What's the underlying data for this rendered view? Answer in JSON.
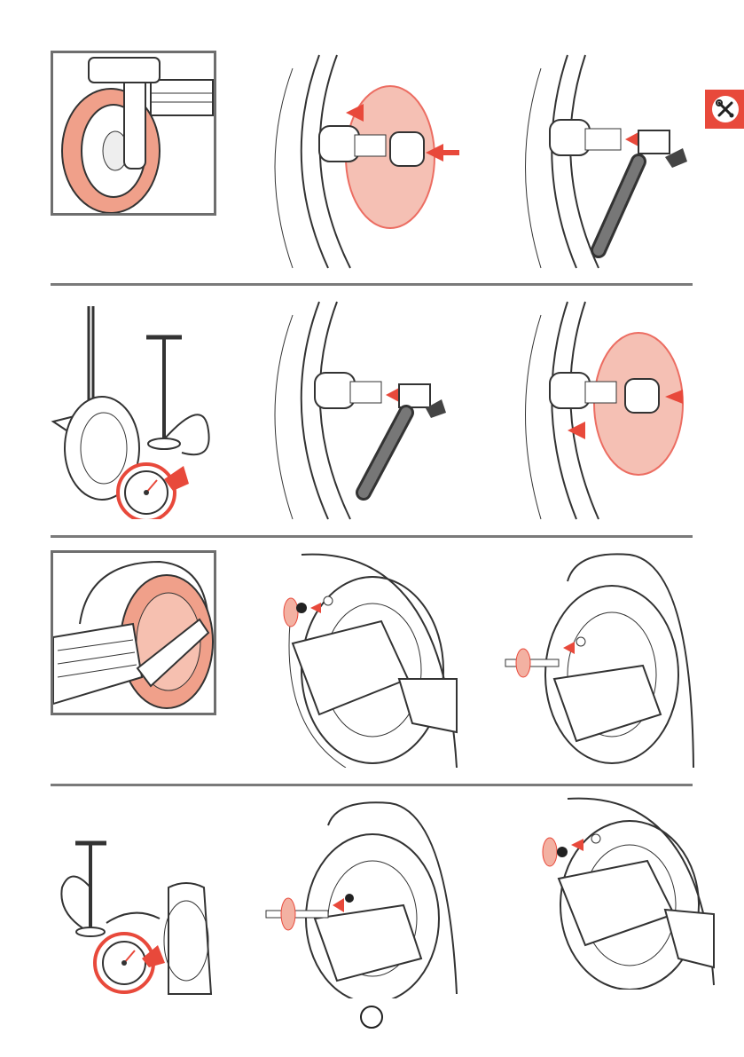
{
  "page": {
    "section_tab": {
      "icon": "tools-icon",
      "color": "#e8493b"
    },
    "page_number": "",
    "rows": [
      {
        "name": "remove-valve-cap-and-attach-pump",
        "steps": [
          "front-tire-highlight",
          "unscrew-valve-cap",
          "attach-pump-head"
        ]
      },
      {
        "name": "inflate-front-tire",
        "steps": [
          "pump-with-gauge",
          "pump-head-on-valve",
          "screw-valve-cap-back"
        ]
      },
      {
        "name": "rear-wheel-valve",
        "steps": [
          "rear-tire-highlight",
          "remove-rear-valve-cap",
          "attach-valve-extension"
        ]
      },
      {
        "name": "inflate-rear-tire",
        "steps": [
          "pump-with-gauge-rear",
          "remove-valve-extension",
          "replace-rear-valve-cap"
        ]
      }
    ]
  },
  "colors": {
    "accent": "#e8493b",
    "tire_highlight": "#f0a08a",
    "line": "#333333",
    "frame": "#6e6e6e"
  }
}
